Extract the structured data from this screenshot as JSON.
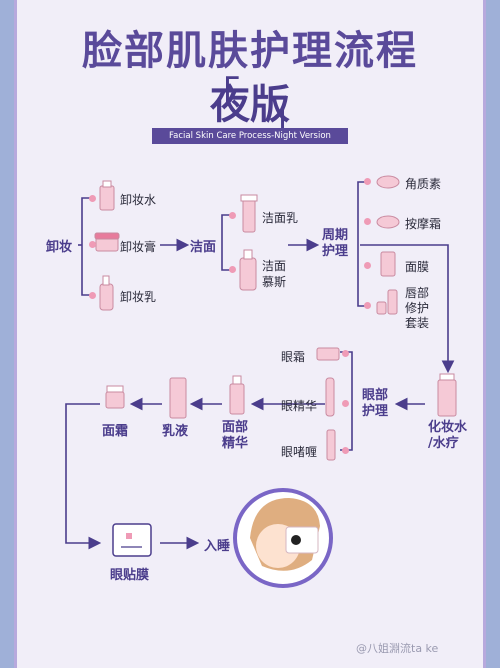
{
  "title": "脸部肌肤护理流程",
  "subtitle": "夜版",
  "subtitle_en": "Facial Skin Care Process-Night Version",
  "colors": {
    "primary": "#4b3d8c",
    "pink": "#ef9bb6",
    "bg": "#f1eef8"
  },
  "steps": {
    "makeup_removal": "卸妆",
    "cleanse": "洁面",
    "periodic_care": "周期\n护理",
    "toner": "化妆水\n/水疗",
    "eye_care": "眼部\n护理",
    "serum": "面部\n精华",
    "lotion": "乳液",
    "cream": "面霜",
    "eye_mask": "眼贴膜",
    "sleep": "入睡"
  },
  "items": {
    "remover_water": "卸妆水",
    "remover_balm": "卸妆膏",
    "remover_milk": "卸妆乳",
    "cleansing_milk": "洁面乳",
    "cleansing_mousse": "洁面\n慕斯",
    "keratin": "角质素",
    "massage_cream": "按摩霜",
    "mask": "面膜",
    "lip_care": "唇部\n修护\n套装",
    "eye_cream": "眼霜",
    "eye_essence": "眼精华",
    "eye_gel": "眼啫喱"
  },
  "watermark": "@八姐淵流ta ke"
}
